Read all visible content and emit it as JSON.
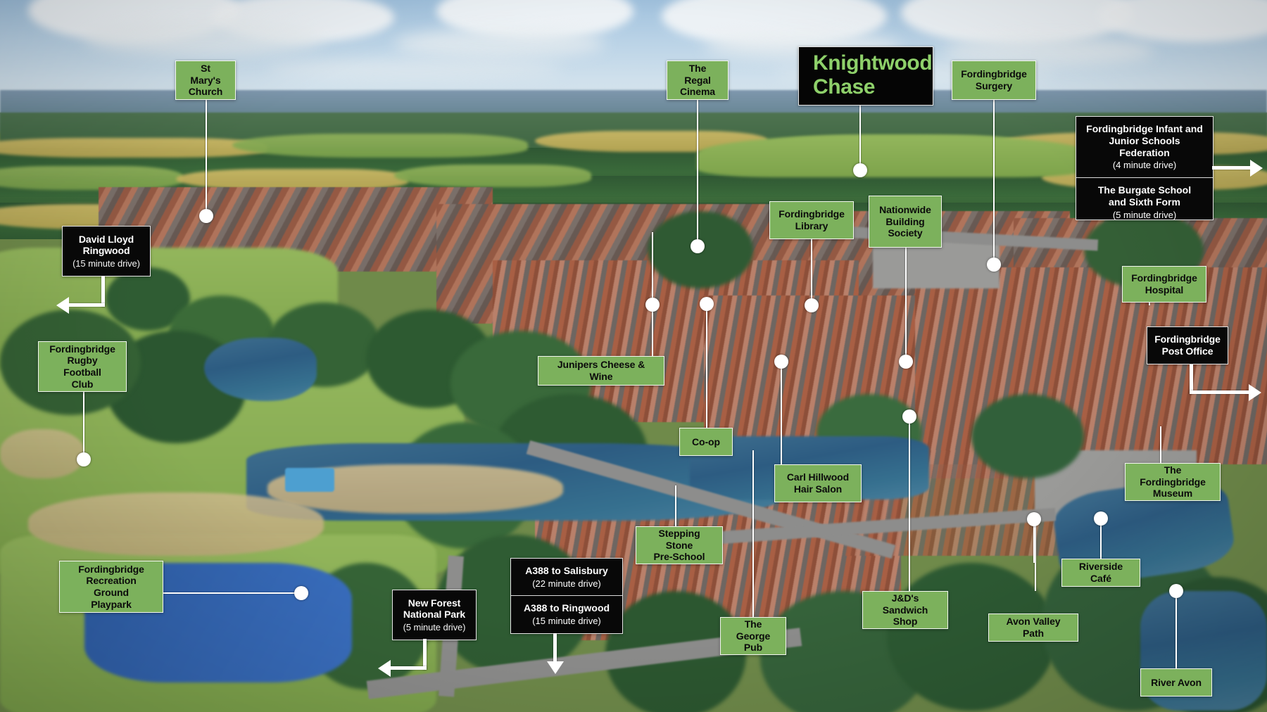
{
  "title": {
    "line1": "Knightwood",
    "line2": "Chase"
  },
  "colors": {
    "label_green": "#7cb15c",
    "label_black": "#080808",
    "title_text_green": "#8ed06a",
    "leader_white": "#ffffff"
  },
  "labels": [
    {
      "id": "st-marys-church",
      "style": "green",
      "name": "St Mary's\nChurch",
      "line1": "St Mary's",
      "line2": "Church",
      "sub": ""
    },
    {
      "id": "the-regal-cinema",
      "style": "green",
      "name": "The Regal Cinema",
      "line1": "The Regal",
      "line2": "Cinema",
      "sub": ""
    },
    {
      "id": "fordingbridge-surgery",
      "style": "green",
      "name": "Fordingbridge Surgery",
      "line1": "Fordingbridge",
      "line2": "Surgery",
      "sub": ""
    },
    {
      "id": "fordingbridge-library",
      "style": "green",
      "name": "Fordingbridge Library",
      "line1": "Fordingbridge",
      "line2": "Library",
      "sub": ""
    },
    {
      "id": "nationwide-building-society",
      "style": "green",
      "name": "Nationwide Building Society",
      "line1": "Nationwide",
      "line2": "Building",
      "line3": "Society",
      "sub": ""
    },
    {
      "id": "fordingbridge-hospital",
      "style": "green",
      "name": "Fordingbridge Hospital",
      "line1": "Fordingbridge",
      "line2": "Hospital",
      "sub": ""
    },
    {
      "id": "fordingbridge-post-office",
      "style": "black",
      "name": "Fordingbridge Post Office",
      "line1": "Fordingbridge",
      "line2": "Post Office",
      "sub": ""
    },
    {
      "id": "david-lloyd-ringwood",
      "style": "black",
      "name": "David Lloyd Ringwood",
      "line1": "David Lloyd",
      "line2": "Ringwood",
      "sub": "(15 minute drive)"
    },
    {
      "id": "fordingbridge-rugby",
      "style": "green",
      "name": "Fordingbridge Rugby Football Club",
      "line1": "Fordingbridge",
      "line2": "Rugby Football",
      "line3": "Club",
      "sub": ""
    },
    {
      "id": "junipers-cheese-wine",
      "style": "green",
      "name": "Junipers Cheese & Wine",
      "line1": "Junipers Cheese & Wine",
      "line2": "",
      "sub": ""
    },
    {
      "id": "co-op",
      "style": "green",
      "name": "Co-op",
      "line1": "Co-op",
      "line2": "",
      "sub": ""
    },
    {
      "id": "carl-hillwood-hair-salon",
      "style": "green",
      "name": "Carl Hillwood Hair Salon",
      "line1": "Carl Hillwood",
      "line2": "Hair Salon",
      "sub": ""
    },
    {
      "id": "the-fordingbridge-museum",
      "style": "green",
      "name": "The Fordingbridge Museum",
      "line1": "The Fordingbridge",
      "line2": "Museum",
      "sub": ""
    },
    {
      "id": "fordingbridge-recreation",
      "style": "green",
      "name": "Fordingbridge Recreation Ground Playpark",
      "line1": "Fordingbridge",
      "line2": "Recreation Ground",
      "line3": "Playpark",
      "sub": ""
    },
    {
      "id": "stepping-stone-pre-school",
      "style": "green",
      "name": "Stepping Stone Pre-School",
      "line1": "Stepping Stone",
      "line2": "Pre-School",
      "sub": ""
    },
    {
      "id": "the-george-pub",
      "style": "green",
      "name": "The George Pub",
      "line1": "The George",
      "line2": "Pub",
      "sub": ""
    },
    {
      "id": "jd-sandwich-shop",
      "style": "green",
      "name": "J&D's Sandwich Shop",
      "line1": "J&D's Sandwich",
      "line2": "Shop",
      "sub": ""
    },
    {
      "id": "avon-valley-path",
      "style": "green",
      "name": "Avon Valley Path",
      "line1": "Avon Valley Path",
      "line2": "",
      "sub": ""
    },
    {
      "id": "riverside-cafe",
      "style": "green",
      "name": "Riverside Café",
      "line1": "Riverside Café",
      "line2": "",
      "sub": ""
    },
    {
      "id": "river-avon",
      "style": "green",
      "name": "River Avon",
      "line1": "River Avon",
      "line2": "",
      "sub": ""
    },
    {
      "id": "new-forest-national-park",
      "style": "black",
      "name": "New Forest National Park",
      "line1": "New Forest",
      "line2": "National Park",
      "sub": "(5 minute drive)"
    }
  ],
  "schools_box": {
    "top": {
      "line1": "Fordingbridge Infant and",
      "line2": "Junior Schools Federation",
      "sub": "(4 minute drive)"
    },
    "bottom": {
      "line1": "The Burgate School",
      "line2": "and Sixth Form",
      "sub": "(5 minute drive)"
    }
  },
  "roads_box": {
    "top": {
      "line1": "A388 to Salisbury",
      "sub": "(22 minute drive)"
    },
    "bottom": {
      "line1": "A388 to Ringwood",
      "sub": "(15 minute drive)"
    }
  }
}
